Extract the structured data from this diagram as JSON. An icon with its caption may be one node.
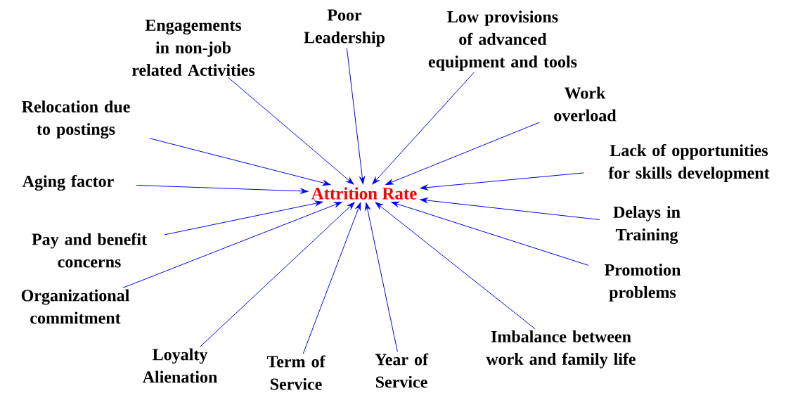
{
  "diagram": {
    "nodes": [
      {
        "text": [
          "Attrition Rate"
        ]
      },
      {
        "text": [
          "Engagements in non-job related Activities"
        ]
      },
      {
        "text": [
          "Poor Leadership"
        ]
      },
      {
        "text": [
          "Low provisions of advanced equipment and tools"
        ]
      },
      {
        "text": [
          "Work overload"
        ]
      },
      {
        "text": [
          "Relocation due to postings"
        ]
      },
      {
        "text": [
          "Lack of opportunities for skills development"
        ]
      },
      {
        "text": [
          "Aging factor"
        ]
      },
      {
        "text": [
          "Delays in Training"
        ]
      },
      {
        "text": [
          "Pay and benefit concerns"
        ]
      },
      {
        "text": [
          "Promotion problems"
        ]
      },
      {
        "text": [
          "Organizational commitment"
        ]
      },
      {
        "text": [
          "Imbalance between work and family life"
        ]
      },
      {
        "text": [
          "Loyalty Alienation"
        ]
      },
      {
        "text": [
          "Year of Service"
        ]
      },
      {
        "text": [
          "Term of Service"
        ]
      }
    ],
    "edges": [
      {
        "from": 1,
        "to": 0,
        "arrow": "to"
      },
      {
        "from": 2,
        "to": 0,
        "arrow": "to"
      },
      {
        "from": 3,
        "to": 0,
        "arrow": "to"
      },
      {
        "from": 4,
        "to": 0,
        "arrow": "to"
      },
      {
        "from": 5,
        "to": 0,
        "arrow": "to"
      },
      {
        "from": 6,
        "to": 0,
        "arrow": "to"
      },
      {
        "from": 7,
        "to": 0,
        "arrow": "to"
      },
      {
        "from": 8,
        "to": 0,
        "arrow": "to"
      },
      {
        "from": 9,
        "to": 0,
        "arrow": "to"
      },
      {
        "from": 10,
        "to": 0,
        "arrow": "to"
      },
      {
        "from": 11,
        "to": 0,
        "arrow": "to"
      },
      {
        "from": 12,
        "to": 0,
        "arrow": "to"
      },
      {
        "from": 13,
        "to": 0,
        "arrow": "to"
      },
      {
        "from": 14,
        "to": 0,
        "arrow": "to"
      },
      {
        "from": 15,
        "to": 0,
        "arrow": "to"
      }
    ]
  }
}
